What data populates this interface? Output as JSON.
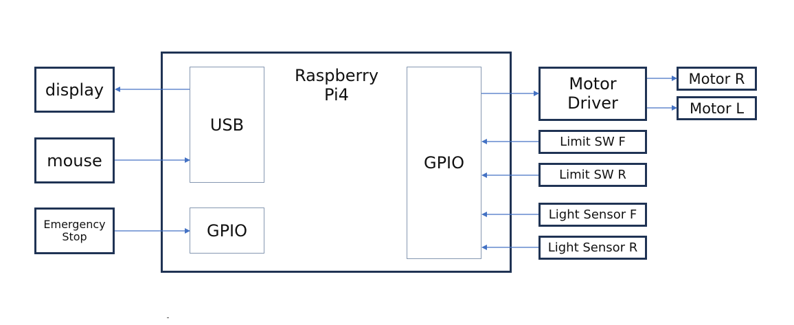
{
  "diagram": {
    "main_board": {
      "label": "Raspberry\nPi4"
    },
    "internal_blocks": {
      "usb": {
        "label": "USB"
      },
      "gpio_left": {
        "label": "GPIO"
      },
      "gpio_right": {
        "label": "GPIO"
      }
    },
    "external_left": {
      "display": {
        "label": "display"
      },
      "mouse": {
        "label": "mouse"
      },
      "emergency_stop": {
        "label": "Emergency\nStop"
      }
    },
    "external_right": {
      "motor_driver": {
        "label": "Motor\nDriver"
      },
      "motor_r": {
        "label": "Motor R"
      },
      "motor_l": {
        "label": "Motor L"
      },
      "limit_sw_f": {
        "label": "Limit SW F"
      },
      "limit_sw_r": {
        "label": "Limit SW R"
      },
      "light_sensor_f": {
        "label": "Light Sensor F"
      },
      "light_sensor_r": {
        "label": "Light Sensor R"
      }
    },
    "connections": [
      {
        "from": "USB",
        "to": "display"
      },
      {
        "from": "mouse",
        "to": "USB"
      },
      {
        "from": "Emergency Stop",
        "to": "GPIO"
      },
      {
        "from": "GPIO",
        "to": "Motor Driver"
      },
      {
        "from": "Motor Driver",
        "to": "Motor R"
      },
      {
        "from": "Motor Driver",
        "to": "Motor L"
      },
      {
        "from": "Limit SW F",
        "to": "GPIO"
      },
      {
        "from": "Limit SW R",
        "to": "GPIO"
      },
      {
        "from": "Light Sensor F",
        "to": "GPIO"
      },
      {
        "from": "Light Sensor R",
        "to": "GPIO"
      }
    ],
    "colors": {
      "box_border": "#1f3354",
      "inner_border": "#8496b0",
      "arrow": "#4472c4"
    }
  }
}
